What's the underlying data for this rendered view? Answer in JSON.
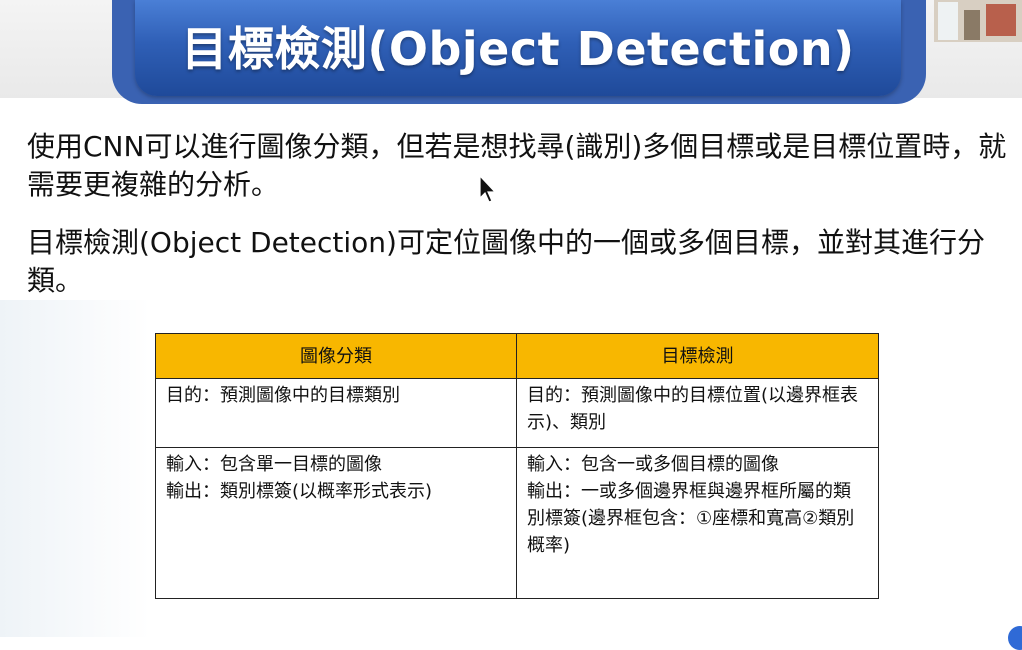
{
  "slide": {
    "title": "目標檢測(Object Detection)"
  },
  "body": {
    "paragraph1": "使用CNN可以進行圖像分類，但若是想找尋(識別)多個目標或是目標位置時，就需要更複雜的分析。",
    "paragraph2": "目標檢測(Object Detection)可定位圖像中的一個或多個目標，並對其進行分類。"
  },
  "table": {
    "headers": [
      "圖像分類",
      "目標檢測"
    ],
    "rows": [
      [
        [
          "目的：預測圖像中的目標類別"
        ],
        [
          "目的：預測圖像中的目標位置(以邊界框表示)、類別"
        ]
      ],
      [
        [
          "輸入：包含單一目標的圖像",
          "輸出：類別標簽(以概率形式表示)"
        ],
        [
          "輸入：包含一或多個目標的圖像",
          "輸出：一或多個邊界框與邊界框所屬的類別標簽(邊界框包含：①座標和寬高②類別概率)"
        ]
      ]
    ]
  },
  "colors": {
    "banner": "#2f5fb6",
    "header_fill": "#f8b700"
  },
  "icons": {
    "cursor": "mouse-pointer-icon"
  }
}
